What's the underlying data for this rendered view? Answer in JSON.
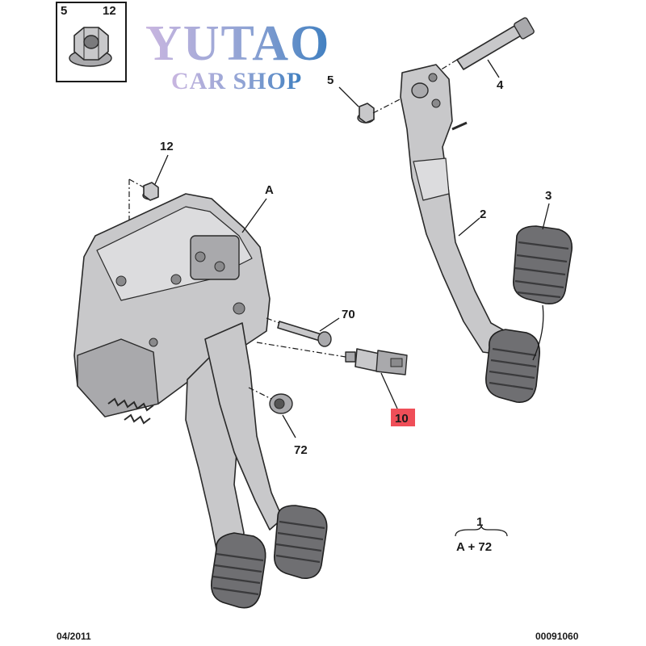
{
  "watermark": {
    "line1": "YUTAO",
    "line2": "CAR SHOP",
    "color1": "#b8a9d6",
    "color2": "#4a87c9",
    "color3": "#3f7fc0"
  },
  "inset": {
    "label_left": "5",
    "label_right": "12"
  },
  "callouts": {
    "c4": "4",
    "c5": "5",
    "c2": "2",
    "c3": "3",
    "c12": "12",
    "cA": "A",
    "c70": "70",
    "c10": "10",
    "c72": "72",
    "c1": "1",
    "assembly": "A + 72"
  },
  "highlight_color": "#ef4e58",
  "footer": {
    "date": "04/2011",
    "ref": "00091060"
  }
}
